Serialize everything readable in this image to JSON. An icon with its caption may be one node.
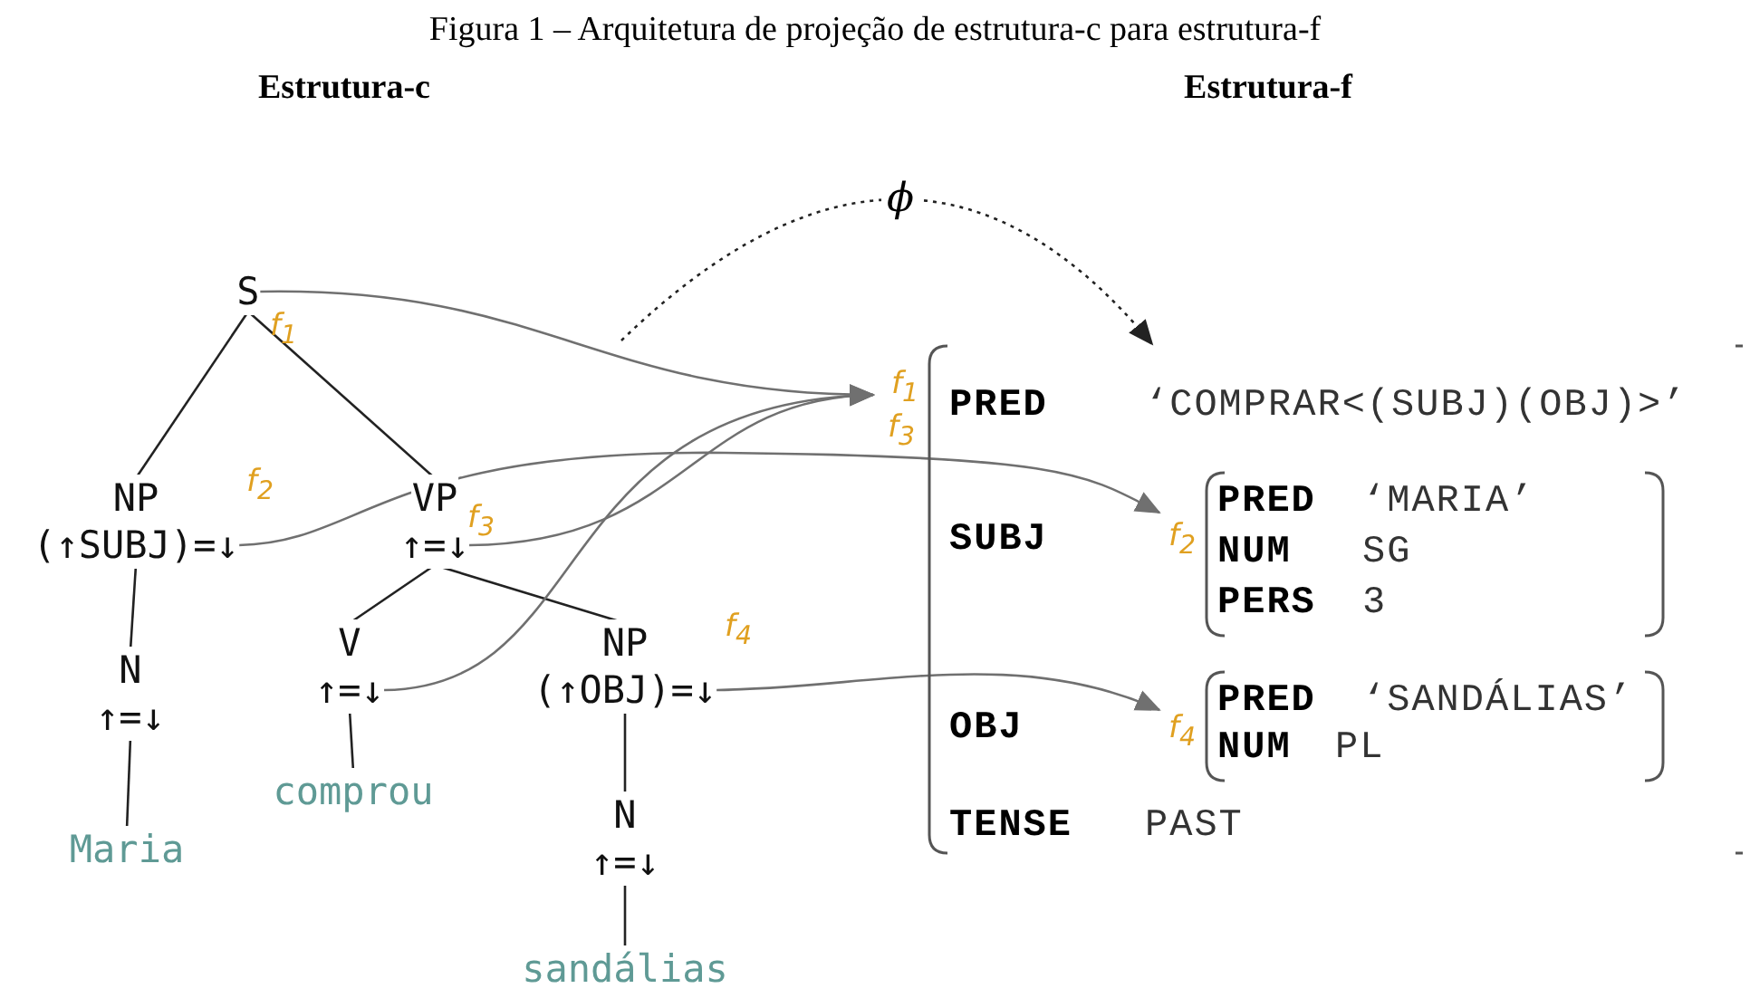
{
  "diagram": {
    "title": "Figura 1 – Arquitetura de projeção de estrutura-c para estrutura-f",
    "nodes": [
      {
        "text": [
          "S"
        ],
        "beside": [
          "f$_{1}$"
        ]
      },
      {
        "text": [
          "NP",
          "(↑SUBJ)=↓"
        ],
        "beside": [
          "f$_{2}$"
        ]
      },
      {
        "text": [
          "VP",
          "↑=↓"
        ],
        "beside": [
          "f$_{3}$"
        ]
      },
      {
        "text": [
          "N",
          "↑=↓"
        ]
      },
      {
        "text": [
          "Maria"
        ]
      },
      {
        "text": [
          "V",
          "↑=↓"
        ]
      },
      {
        "text": [
          "NP",
          "(↑OBJ)=↓"
        ],
        "beside": [
          "f$_{4}$"
        ]
      },
      {
        "text": [
          "comprou"
        ]
      },
      {
        "text": [
          "N",
          "↑=↓"
        ]
      },
      {
        "text": [
          "sandálias"
        ]
      },
      {
        "text": [
          "PRED",
          "‘COMPRAR<(SUBJ)(OBJ)>’",
          "SUBJ",
          "OBJ",
          "TENSE",
          "PAST"
        ],
        "beside": [
          "f$_{1}$",
          "f$_{3}$"
        ]
      },
      {
        "text": [
          "PRED",
          "‘MARIA’",
          "NUM",
          "SG",
          "PERS",
          "3"
        ],
        "in": 10,
        "beside": [
          "f$_{2}$"
        ]
      },
      {
        "text": [
          "PRED",
          "‘SANDÁLIAS’",
          "NUM",
          "PL"
        ],
        "in": 10,
        "beside": [
          "f$_{4}$"
        ]
      }
    ],
    "edges": [
      {
        "from": 0,
        "to": 1,
        "arrow": "none"
      },
      {
        "from": 0,
        "to": 2,
        "arrow": "none"
      },
      {
        "from": 1,
        "to": 3,
        "arrow": "none"
      },
      {
        "from": 3,
        "to": 4,
        "arrow": "none"
      },
      {
        "from": 2,
        "to": 5,
        "arrow": "none"
      },
      {
        "from": 2,
        "to": 6,
        "arrow": "none"
      },
      {
        "from": 5,
        "to": 7,
        "arrow": "none"
      },
      {
        "from": 6,
        "to": 8,
        "arrow": "none"
      },
      {
        "from": 8,
        "to": 9,
        "arrow": "none"
      },
      {
        "from": 0,
        "to": 10,
        "arrow": "to",
        "color": "#707070"
      },
      {
        "from": 2,
        "to": 10,
        "arrow": "to",
        "color": "#707070"
      },
      {
        "from": 5,
        "to": 10,
        "arrow": "to",
        "color": "#707070"
      },
      {
        "from": 1,
        "to": 11,
        "arrow": "to",
        "color": "#707070"
      },
      {
        "from": 6,
        "to": 12,
        "arrow": "to",
        "color": "#707070"
      },
      {
        "from": null,
        "to": 10,
        "arrow": "to",
        "label": "ϕ",
        "style": "dashed"
      }
    ],
    "labels": [
      "Estrutura-c",
      "Estrutura-f"
    ]
  }
}
